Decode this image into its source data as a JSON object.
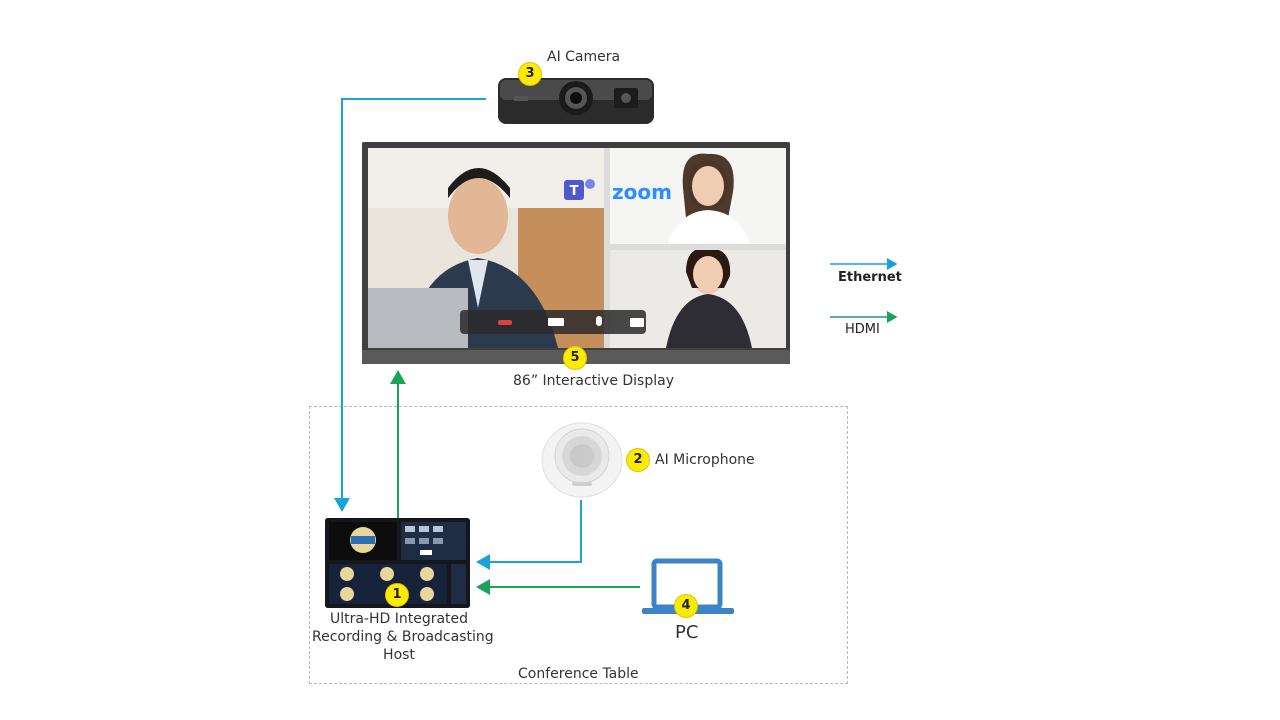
{
  "devices": {
    "camera": {
      "label": "AI Camera",
      "badge": "3"
    },
    "display": {
      "label": "86” Interactive Display",
      "badge": "5",
      "zoom_logo": "zoom"
    },
    "microphone": {
      "label": "AI Microphone",
      "badge": "2"
    },
    "host": {
      "label_line1": "Ultra-HD Integrated",
      "label_line2": "Recording & Broadcasting",
      "label_line3": "Host",
      "badge": "1"
    },
    "pc": {
      "label": "PC",
      "badge": "4"
    }
  },
  "area": {
    "label": "Conference Table"
  },
  "legend": {
    "ethernet": {
      "label": "Ethernet",
      "color": "#1aa3d9"
    },
    "hdmi": {
      "label": "HDMI",
      "color": "#1aa35a"
    }
  }
}
